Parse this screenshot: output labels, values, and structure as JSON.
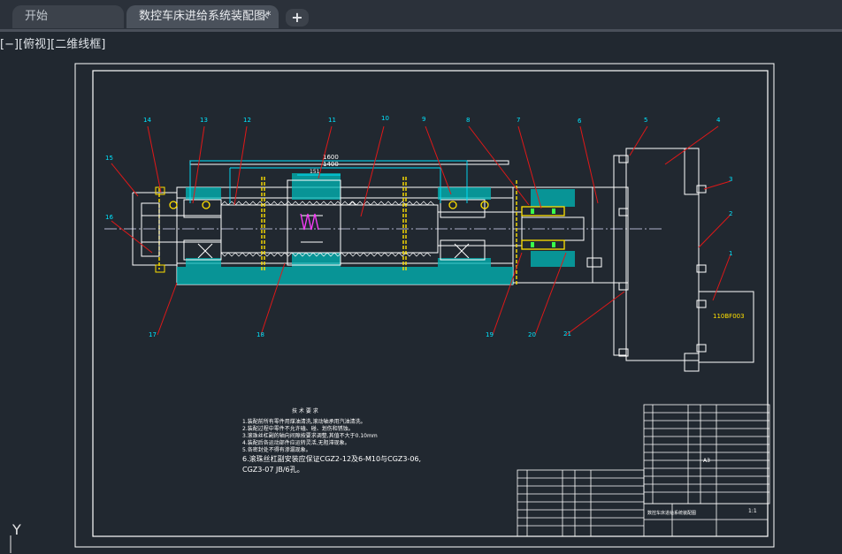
{
  "tabs": {
    "start_label": "开始",
    "active_label": "数控车床进给系统装配图*",
    "close_glyph": "✕",
    "new_tab_glyph": "+"
  },
  "viewport": {
    "label": "[−][俯视][二维线框]"
  },
  "drawing": {
    "part_numbers": [
      "14",
      "13",
      "12",
      "11",
      "10",
      "9",
      "8",
      "7",
      "6",
      "5",
      "4",
      "15",
      "16",
      "17",
      "18",
      "19",
      "20",
      "21",
      "3",
      "2",
      "1"
    ],
    "dimensions": {
      "d1": "1600",
      "d2": "1400",
      "d3": "151"
    },
    "motor_label": "110BF003",
    "notes_title": "技 术 要 求",
    "notes": [
      "1.装配前所有零件用煤油清洗,滚动轴承用汽油清洗。",
      "2.装配过程中零件不允许磕、碰、划伤和锈蚀。",
      "3.滚珠丝杠副的轴向间隙按要求调整,其值不大于0.10mm",
      "4.装配后各运动部件应运转灵活,无阻滞现象。",
      "5.各密封处不得有渗漏现象。",
      "6.滚珠丝杠副安装应保证CGZ2-12及6-M10与CGZ3-06,",
      "CGZ3-07 JB/6孔。"
    ],
    "title_block_sheet": "1:1",
    "title_block_name": "数控车床进给系统装配图",
    "paper": "A3"
  },
  "colors": {
    "background": "#212830",
    "frame": "#ffffff",
    "cyan": "#00e5ff",
    "red": "#e01818",
    "yellow": "#ffe000",
    "green": "#39ff4a",
    "magenta": "#ff3cff"
  },
  "ucs": {
    "axis_label": "Y"
  }
}
